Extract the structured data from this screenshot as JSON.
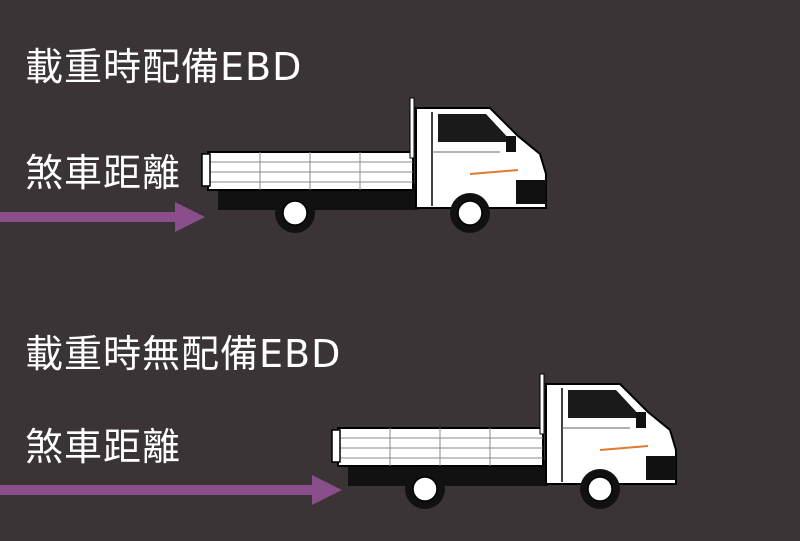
{
  "sections": [
    {
      "title": "載重時配備EBD",
      "subtitle": "煞車距離"
    },
    {
      "title": "載重時無配備EBD",
      "subtitle": "煞車距離"
    }
  ],
  "colors": {
    "background": "#3a3436",
    "arrow": "#8a4f8b",
    "text": "#ffffff",
    "truck_body": "#ffffff",
    "truck_outline": "#000000"
  },
  "icons": [
    "truck-illustration",
    "arrow-right-icon"
  ]
}
